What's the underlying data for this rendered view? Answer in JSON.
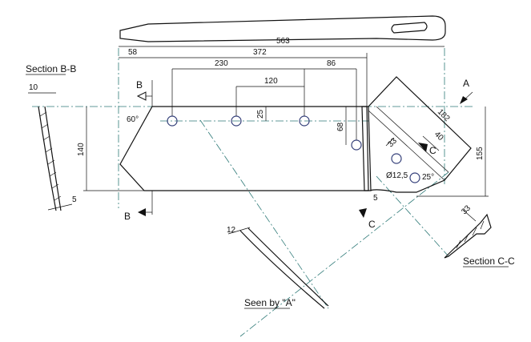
{
  "dimensions": {
    "overall_length": "563",
    "left_offset": "58",
    "plate_length": "372",
    "hole_span": "230",
    "end_offset": "86",
    "hole_pitch": "120",
    "hole_height": "25",
    "plate_height": "140",
    "side_hole_height": "68",
    "share_edge": "182",
    "share_height": "155",
    "share_hole_offset": "33",
    "share_width": "40",
    "hole_diameter": "Ø12,5",
    "share_angle": "25°",
    "edge_thickness": "5",
    "bevel_angle": "60°",
    "section_b_thickness": "10",
    "section_b_edge": "5",
    "section_c_width": "33",
    "view_a_thickness": "12"
  },
  "labels": {
    "section_bb": "Section B-B",
    "section_cc": "Section C-C",
    "seen_by_a": "Seen by \"A\"",
    "marker_b": "B",
    "marker_c": "C",
    "marker_a": "A"
  }
}
